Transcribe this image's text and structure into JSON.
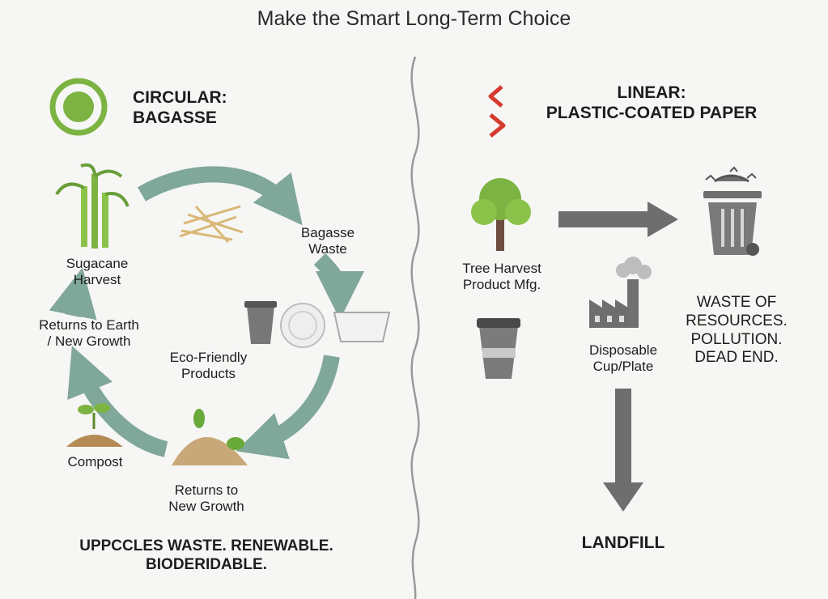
{
  "title": "Make the Smart Long-Term Choice",
  "circular": {
    "heading_line1": "CIRCULAR:",
    "heading_line2": "BAGASSE",
    "labels": {
      "sugarcane_l1": "Sugacane",
      "sugarcane_l2": "Harvest",
      "bagasse_l1": "Bagasse",
      "bagasse_l2": "Waste",
      "eco_l1": "Eco-Friendly",
      "eco_l2": "Products",
      "returns_earth_l1": "Returns to Earth",
      "returns_earth_l2": "/ New Growth",
      "compost": "Compost",
      "returns_growth_l1": "Returns to",
      "returns_growth_l2": "New Growth"
    },
    "summary_l1": "UPPCCLES WASTE. RENEWABLE.",
    "summary_l2": "BIODERIDABLE.",
    "accent_color": "#7cb342",
    "arrow_color": "#7fa79a"
  },
  "linear": {
    "heading_line1": "LINEAR:",
    "heading_line2": "PLASTIC-COATED PAPER",
    "labels": {
      "tree_l1": "Tree Harvest",
      "tree_l2": "Product Mfg.",
      "disposable_l1": "Disposable",
      "disposable_l2": "Cup/Plate"
    },
    "waste_l1": "WASTE OF",
    "waste_l2": "RESOURCES.",
    "waste_l3": "POLLUTION.",
    "waste_l4": "DEAD END.",
    "landfill": "LANDFILL",
    "accent_color": "#d63a2f",
    "arrow_color": "#6e6e6e"
  }
}
